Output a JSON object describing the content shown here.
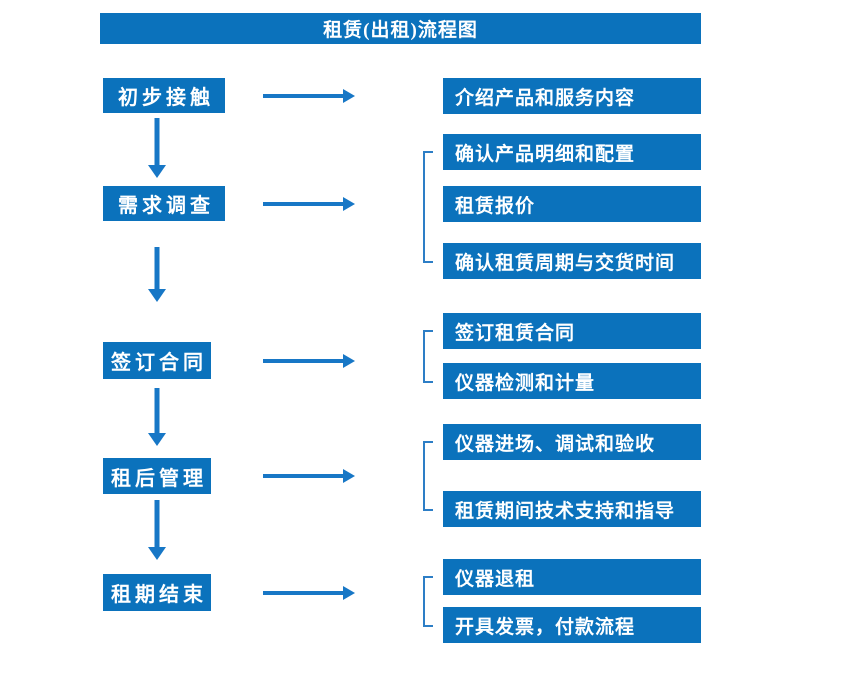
{
  "title": "租赁(出租)流程图",
  "colors": {
    "box": "#0b72bc",
    "arrow": "#1777c6",
    "bracket": "#2d7ec6",
    "text": "#ffffff"
  },
  "stages": [
    {
      "label": "初步接触",
      "details": [
        "介绍产品和服务内容"
      ]
    },
    {
      "label": "需求调查",
      "details": [
        "确认产品明细和配置",
        "租赁报价",
        "确认租赁周期与交货时间"
      ]
    },
    {
      "label": "签订合同",
      "details": [
        "签订租赁合同",
        "仪器检测和计量"
      ]
    },
    {
      "label": "租后管理",
      "details": [
        "仪器进场、调试和验收",
        "租赁期间技术支持和指导"
      ]
    },
    {
      "label": "租期结束",
      "details": [
        "仪器退租",
        "开具发票，付款流程"
      ]
    }
  ]
}
